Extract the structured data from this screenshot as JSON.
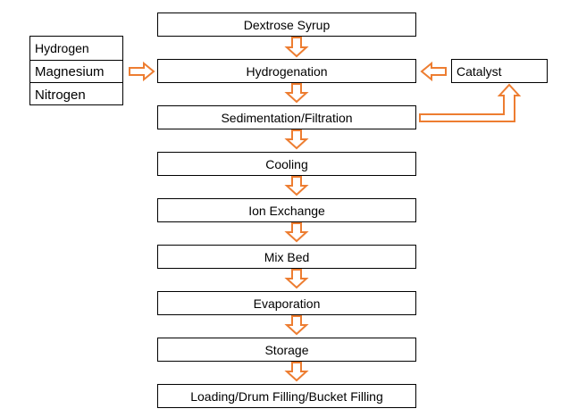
{
  "steps": [
    "Dextrose Syrup",
    "Hydrogenation",
    "Sedimentation/Filtration",
    "Cooling",
    "Ion Exchange",
    "Mix Bed",
    "Evaporation",
    "Storage",
    "Loading/Drum Filling/Bucket Filling"
  ],
  "inputs": [
    "Hydrogen",
    "Magnesium",
    "Nitrogen"
  ],
  "catalyst": "Catalyst",
  "colors": {
    "arrow": "#ED7D31",
    "border": "#000000"
  }
}
